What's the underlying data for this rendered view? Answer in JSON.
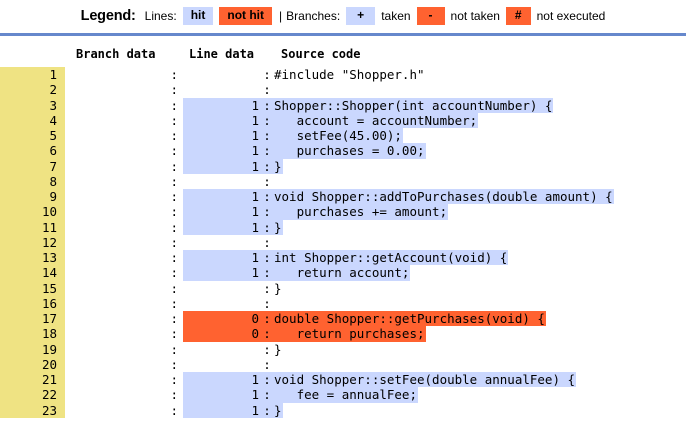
{
  "legend": {
    "title": "Legend:",
    "lines_label": "Lines:",
    "hit_chip": "hit",
    "not_hit_chip": "not hit",
    "separator": "|",
    "branches_label": "Branches:",
    "taken_chip": "+",
    "taken_label": "taken",
    "not_taken_chip": "-",
    "not_taken_label": "not taken",
    "not_executed_chip": "#",
    "not_executed_label": "not executed",
    "colors": {
      "hit_bg": "#cad7fe",
      "not_hit_bg": "#ff6230",
      "divider": "#6688cc",
      "lineno_bg": "#efe383"
    }
  },
  "columns": {
    "branch_data": "Branch data",
    "line_data": "Line data",
    "source_code": "Source code"
  },
  "rows": [
    {
      "no": "1",
      "branch": ":",
      "count": "",
      "colon": ":",
      "code": "#include \"Shopper.h\"",
      "state": "none"
    },
    {
      "no": "2",
      "branch": ":",
      "count": "",
      "colon": ":",
      "code": "",
      "state": "none"
    },
    {
      "no": "3",
      "branch": ":",
      "count": "1",
      "colon": ":",
      "code": "Shopper::Shopper(int accountNumber) {",
      "state": "hit"
    },
    {
      "no": "4",
      "branch": ":",
      "count": "1",
      "colon": ":",
      "code": "   account = accountNumber;",
      "state": "hit"
    },
    {
      "no": "5",
      "branch": ":",
      "count": "1",
      "colon": ":",
      "code": "   setFee(45.00);",
      "state": "hit"
    },
    {
      "no": "6",
      "branch": ":",
      "count": "1",
      "colon": ":",
      "code": "   purchases = 0.00;",
      "state": "hit"
    },
    {
      "no": "7",
      "branch": ":",
      "count": "1",
      "colon": ":",
      "code": "}",
      "state": "hit"
    },
    {
      "no": "8",
      "branch": ":",
      "count": "",
      "colon": ":",
      "code": "",
      "state": "none"
    },
    {
      "no": "9",
      "branch": ":",
      "count": "1",
      "colon": ":",
      "code": "void Shopper::addToPurchases(double amount) {",
      "state": "hit"
    },
    {
      "no": "10",
      "branch": ":",
      "count": "1",
      "colon": ":",
      "code": "   purchases += amount;",
      "state": "hit"
    },
    {
      "no": "11",
      "branch": ":",
      "count": "1",
      "colon": ":",
      "code": "}",
      "state": "hit"
    },
    {
      "no": "12",
      "branch": ":",
      "count": "",
      "colon": ":",
      "code": "",
      "state": "none"
    },
    {
      "no": "13",
      "branch": ":",
      "count": "1",
      "colon": ":",
      "code": "int Shopper::getAccount(void) {",
      "state": "hit"
    },
    {
      "no": "14",
      "branch": ":",
      "count": "1",
      "colon": ":",
      "code": "   return account;",
      "state": "hit"
    },
    {
      "no": "15",
      "branch": ":",
      "count": "",
      "colon": ":",
      "code": "}",
      "state": "none"
    },
    {
      "no": "16",
      "branch": ":",
      "count": "",
      "colon": ":",
      "code": "",
      "state": "none"
    },
    {
      "no": "17",
      "branch": ":",
      "count": "0",
      "colon": ":",
      "code": "double Shopper::getPurchases(void) {",
      "state": "nothit"
    },
    {
      "no": "18",
      "branch": ":",
      "count": "0",
      "colon": ":",
      "code": "   return purchases;",
      "state": "nothit"
    },
    {
      "no": "19",
      "branch": ":",
      "count": "",
      "colon": ":",
      "code": "}",
      "state": "none"
    },
    {
      "no": "20",
      "branch": ":",
      "count": "",
      "colon": ":",
      "code": "",
      "state": "none"
    },
    {
      "no": "21",
      "branch": ":",
      "count": "1",
      "colon": ":",
      "code": "void Shopper::setFee(double annualFee) {",
      "state": "hit"
    },
    {
      "no": "22",
      "branch": ":",
      "count": "1",
      "colon": ":",
      "code": "   fee = annualFee;",
      "state": "hit"
    },
    {
      "no": "23",
      "branch": ":",
      "count": "1",
      "colon": ":",
      "code": "}",
      "state": "hit"
    }
  ]
}
